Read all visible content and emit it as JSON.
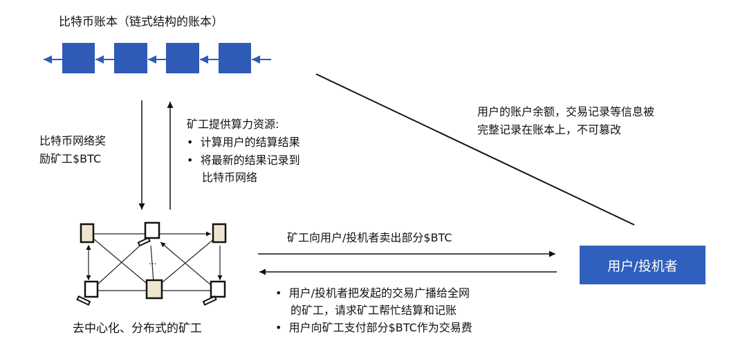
{
  "ledger": {
    "title": "比特币账本（链式结构的账本）",
    "block_color": "#2f5bb7"
  },
  "reward_label": [
    "比特币网络奖",
    "励矿工$BTC"
  ],
  "miner_provides": {
    "heading": "矿工提供算力资源:",
    "bullets": [
      "计算用户的结算结果",
      "将最新的结果记录到",
      "比特币网络"
    ]
  },
  "ledger_note": [
    "用户的账户余额，交易记录等信息被",
    "完整记录在账本上，不可篡改"
  ],
  "user_box": {
    "label": "用户/投机者",
    "color": "#3060bd"
  },
  "sell_label": "矿工向用户/投机者卖出部分$BTC",
  "user_actions": [
    "用户/投机者把发起的交易广播给全网",
    "的矿工，请求矿工帮忙结算和记账",
    "用户向矿工支付部分$BTC作为交易费"
  ],
  "network": {
    "label": "去中心化、分布式的矿工",
    "ellipsis": "..."
  }
}
